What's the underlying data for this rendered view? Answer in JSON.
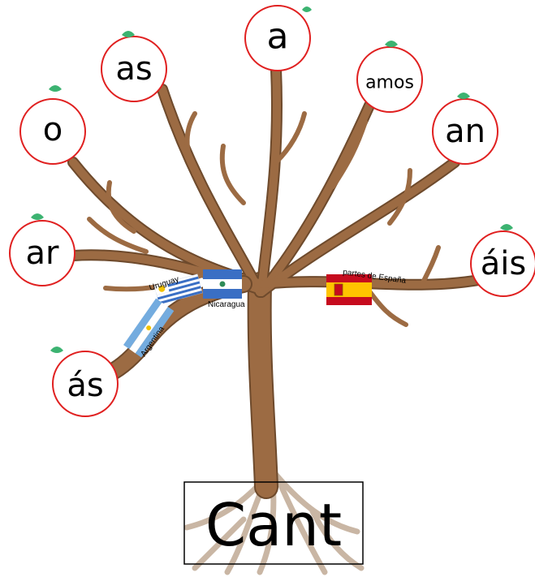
{
  "apples": {
    "as": "as",
    "a": "a",
    "amos": "amos",
    "o": "o",
    "an": "an",
    "ar": "ar",
    "ais": "áis",
    "as_accent": "ás"
  },
  "flags": {
    "uruguay": "Uruguay",
    "nicaragua": "Nicaragua",
    "argentina": "Argentina",
    "espana": "partes de España"
  },
  "root": {
    "label": "Cant"
  },
  "colors": {
    "trunk": "#9c6b43",
    "trunk_outline": "#6e4a2c",
    "apple_ring": "#e02020",
    "leaf": "#3cb371",
    "roots": "#c9b6a4"
  }
}
